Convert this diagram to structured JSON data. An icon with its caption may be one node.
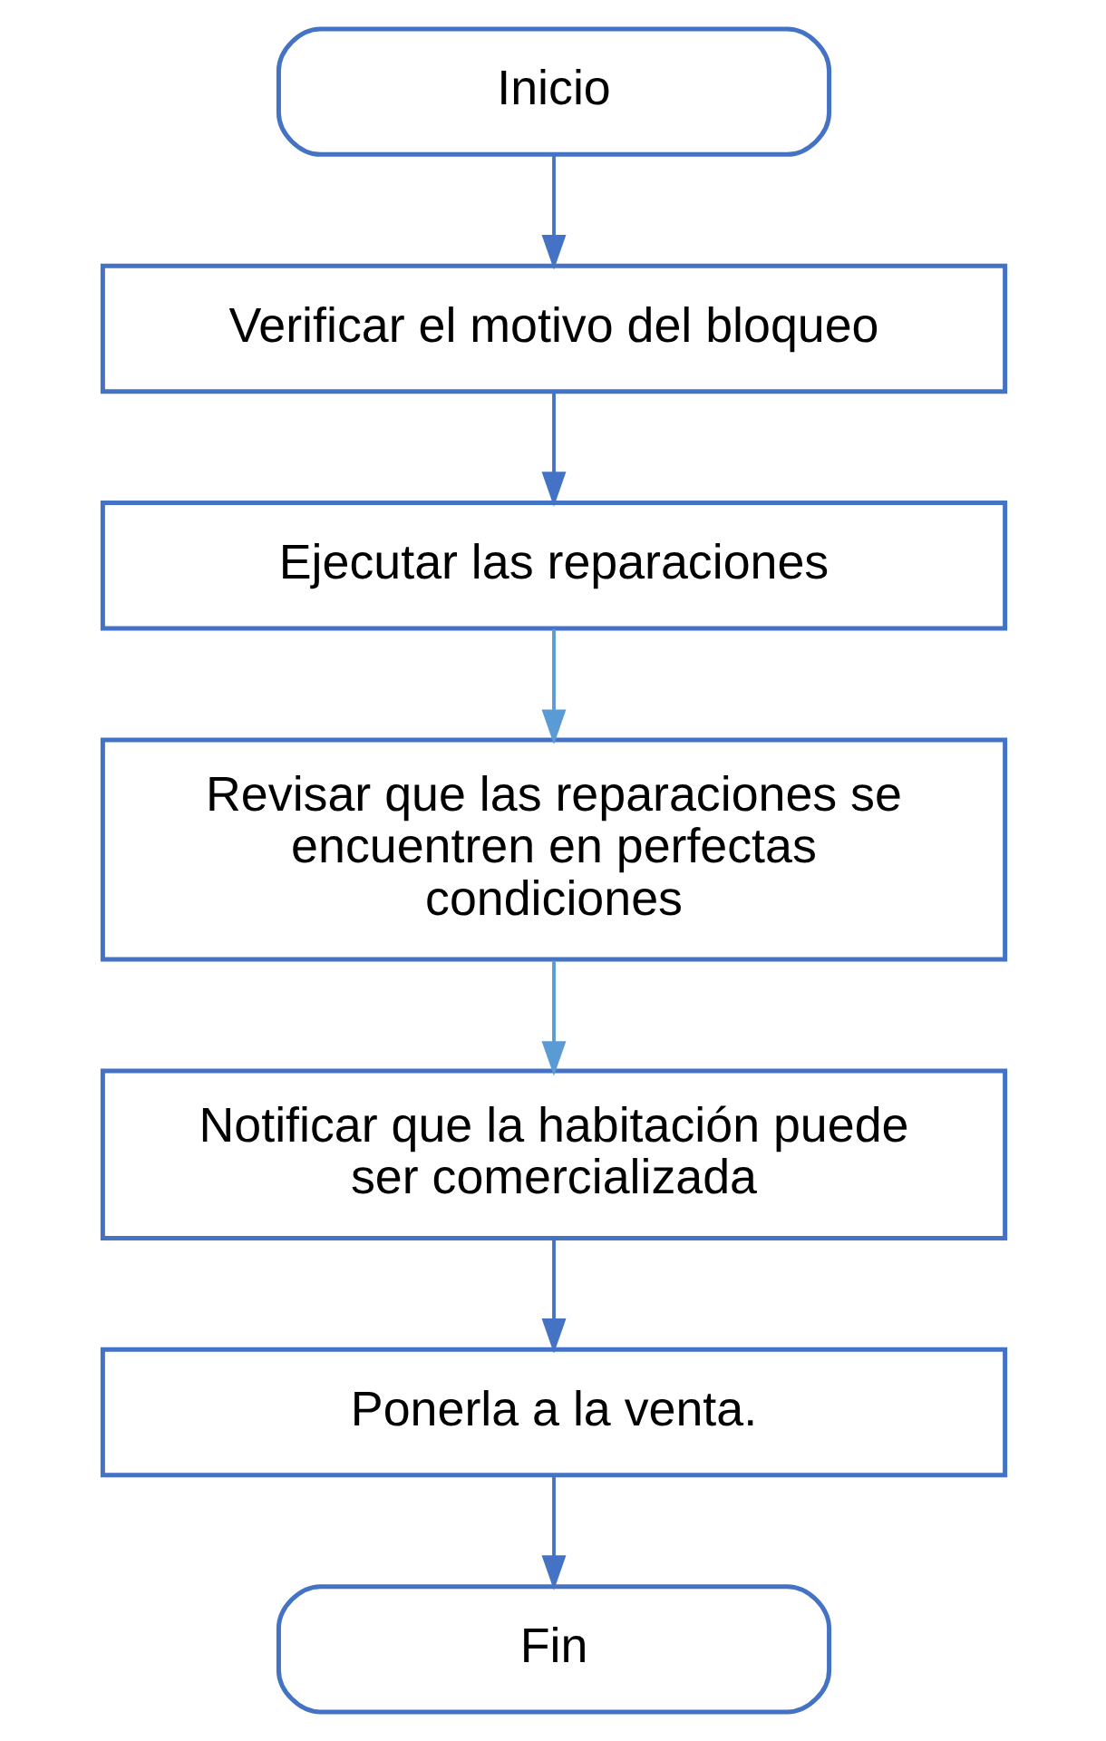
{
  "diagram": {
    "nodes": [
      {
        "text": [
          "Inicio"
        ]
      },
      {
        "text": [
          "Verificar el motivo del bloqueo"
        ]
      },
      {
        "text": [
          "Ejecutar las reparaciones"
        ]
      },
      {
        "text": [
          "Revisar que las reparaciones se encuentren en perfectas condiciones"
        ]
      },
      {
        "text": [
          "Notificar que la habitación puede ser comercializada"
        ]
      },
      {
        "text": [
          "Ponerla a la venta."
        ]
      },
      {
        "text": [
          "Fin"
        ]
      }
    ],
    "edges": [
      {
        "from": 0,
        "to": 1,
        "arrow": "to"
      },
      {
        "from": 1,
        "to": 2,
        "arrow": "to"
      },
      {
        "from": 2,
        "to": 3,
        "arrow": "to",
        "color": "#5b9bd5"
      },
      {
        "from": 3,
        "to": 4,
        "arrow": "to",
        "color": "#5b9bd5"
      },
      {
        "from": 4,
        "to": 5,
        "arrow": "to"
      },
      {
        "from": 5,
        "to": 6,
        "arrow": "to"
      }
    ]
  }
}
